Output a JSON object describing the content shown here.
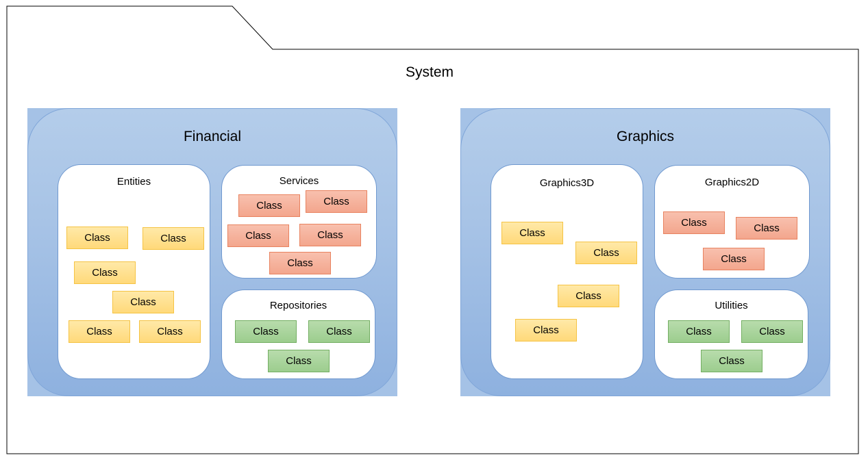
{
  "system": {
    "title": "System"
  },
  "modules": [
    {
      "title": "Financial",
      "packages": [
        {
          "title": "Entities",
          "classes": [
            "Class",
            "Class",
            "Class",
            "Class",
            "Class",
            "Class"
          ]
        },
        {
          "title": "Services",
          "classes": [
            "Class",
            "Class",
            "Class",
            "Class",
            "Class"
          ]
        },
        {
          "title": "Repositories",
          "classes": [
            "Class",
            "Class",
            "Class"
          ]
        }
      ]
    },
    {
      "title": "Graphics",
      "packages": [
        {
          "title": "Graphics3D",
          "classes": [
            "Class",
            "Class",
            "Class",
            "Class"
          ]
        },
        {
          "title": "Graphics2D",
          "classes": [
            "Class",
            "Class",
            "Class"
          ]
        },
        {
          "title": "Utilities",
          "classes": [
            "Class",
            "Class",
            "Class"
          ]
        }
      ]
    }
  ],
  "colors": {
    "entity_class": "#ffd97a",
    "service_class": "#f3a68d",
    "repository_class": "#9ccd8e",
    "module_background": "#a5c2e6"
  }
}
